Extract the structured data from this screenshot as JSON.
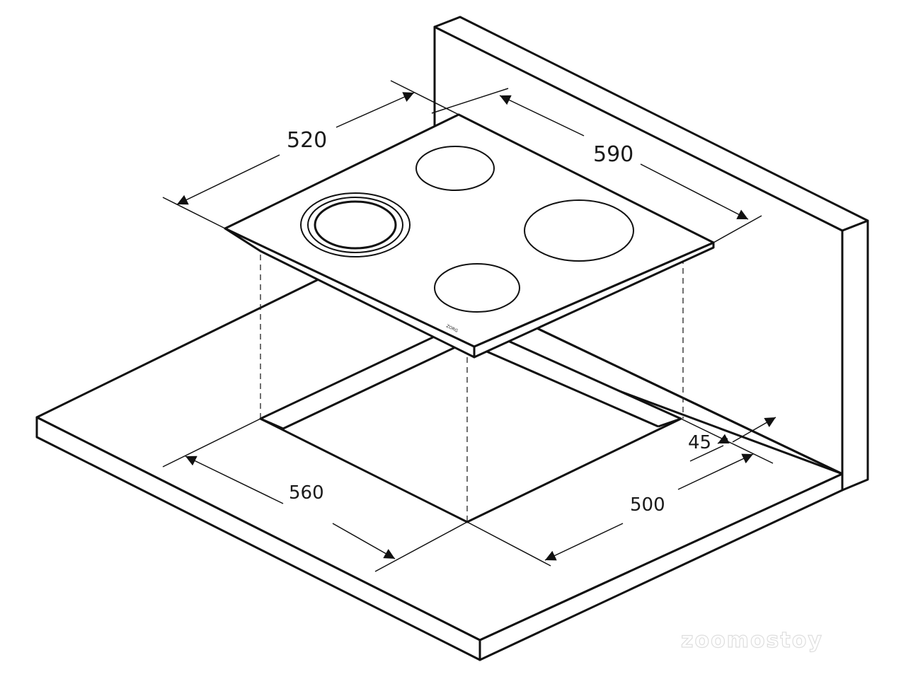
{
  "dimensions": {
    "hob_depth": "520",
    "hob_width": "590",
    "cutout_width": "560",
    "cutout_depth": "500",
    "cutout_offset": "45"
  },
  "brand_text": "ZORG",
  "watermark": "zoomostoy"
}
